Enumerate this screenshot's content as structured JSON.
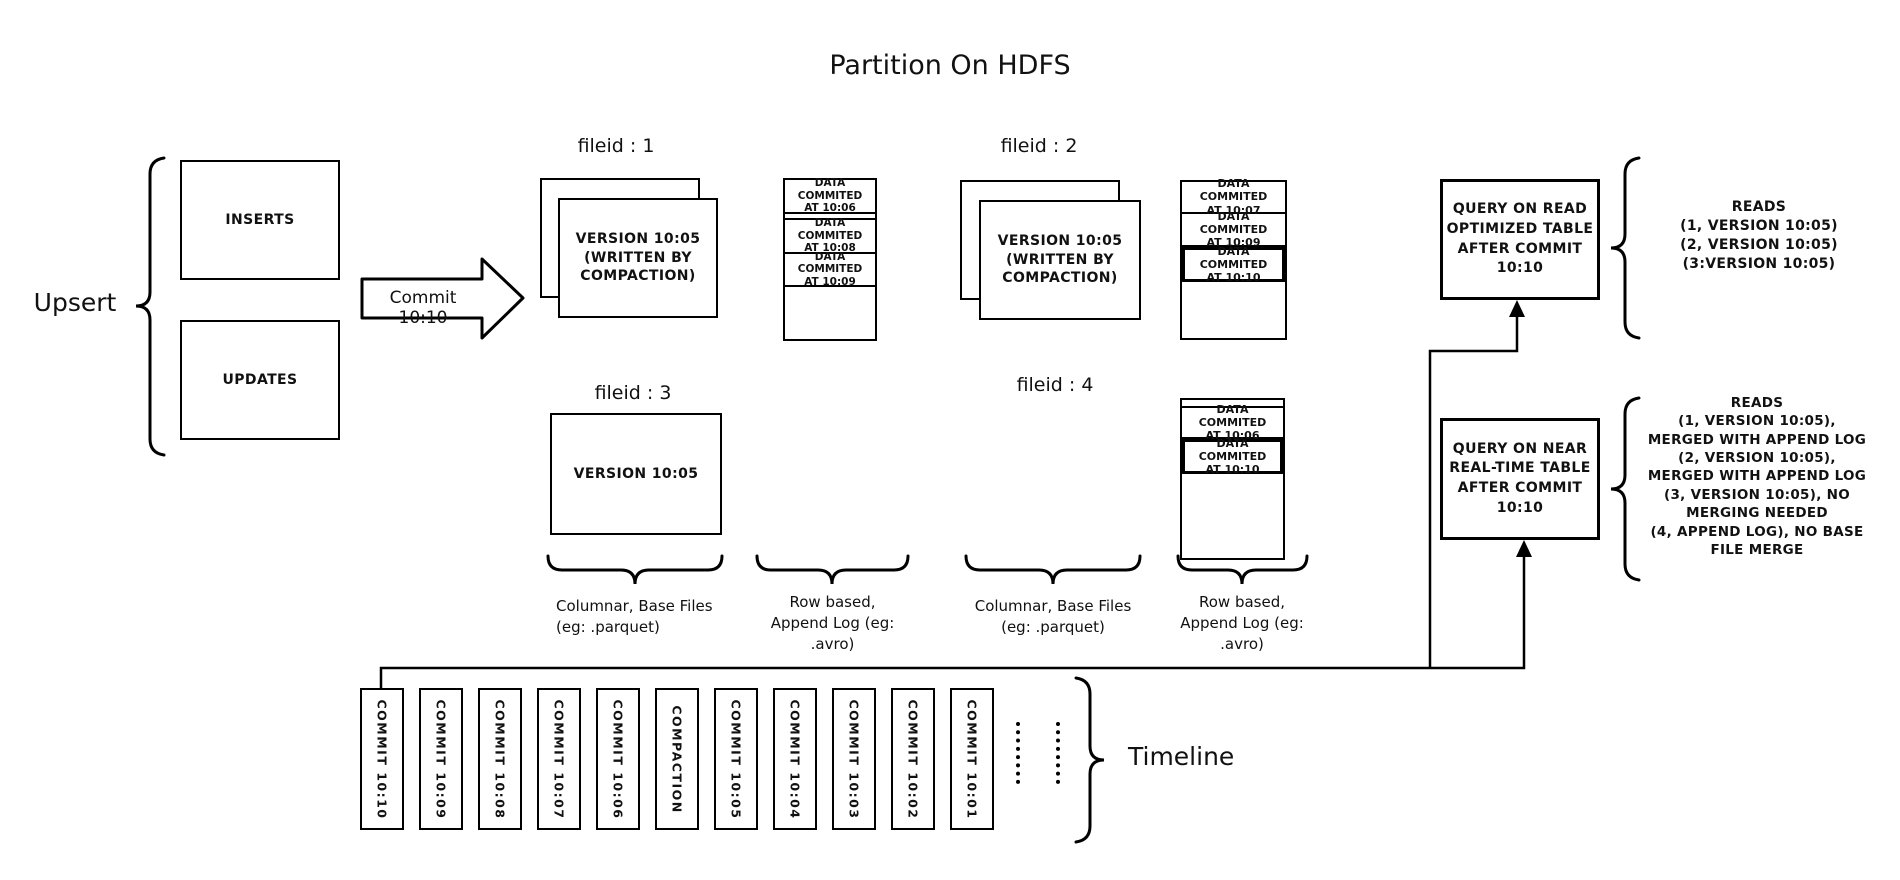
{
  "title": "Partition On HDFS",
  "upsert": {
    "label": "Upsert",
    "inserts": "INSERTS",
    "updates": "UPDATES"
  },
  "arrow": {
    "label": "Commit 10:10"
  },
  "files": {
    "file1": {
      "label": "fileid : 1",
      "version": "VERSION 10:05\n(WRITTEN BY\nCOMPACTION)"
    },
    "file2": {
      "label": "fileid : 2",
      "version": "VERSION 10:05\n(WRITTEN BY\nCOMPACTION)"
    },
    "file3": {
      "label": "fileid : 3",
      "version": "VERSION 10:05"
    },
    "file4": {
      "label": "fileid : 4"
    }
  },
  "logs": {
    "log1": {
      "cells": [
        "DATA COMMITED\nAT 10:06",
        "DATA COMMITED\nAT 10:08",
        "DATA COMMITED\nAT 10:09"
      ]
    },
    "log2": {
      "cells": [
        "DATA COMMITED\nAT 10:07",
        "DATA COMMITED\nAT 10:09",
        "DATA COMMITED\nAT 10:10"
      ]
    },
    "log4": {
      "cells": [
        "DATA COMMITED\nAT 10:06",
        "DATA COMMITED\nAT 10:10"
      ]
    }
  },
  "group_labels": {
    "columnar1": "Columnar, Base Files\n(eg: .parquet)",
    "row1": "Row based,\nAppend Log  (eg:\n.avro)",
    "columnar2": "Columnar, Base Files\n(eg: .parquet)",
    "row2": "Row based,\nAppend Log  (eg:\n.avro)"
  },
  "queries": {
    "read_optimized": {
      "box": "QUERY ON READ\nOPTIMIZED TABLE\nAFTER COMMIT\n10:10",
      "reads": [
        "READS",
        "(1, VERSION 10:05)",
        "(2, VERSION 10:05)",
        "(3:VERSION 10:05)"
      ]
    },
    "near_realtime": {
      "box": "QUERY ON NEAR\nREAL-TIME TABLE\nAFTER COMMIT\n10:10",
      "reads": [
        "READS",
        "(1, VERSION 10:05),",
        "MERGED WITH APPEND LOG",
        "(2, VERSION 10:05),",
        "MERGED WITH APPEND LOG",
        "(3, VERSION 10:05), NO",
        "MERGING NEEDED",
        "(4, APPEND LOG), NO BASE",
        "FILE MERGE"
      ]
    }
  },
  "timeline": {
    "label": "Timeline",
    "items": [
      "COMMIT  10:10",
      "COMMIT  10:09",
      "COMMIT  10:08",
      "COMMIT  10:07",
      "COMMIT  10:06",
      "COMPACTION",
      "COMMIT  10:05",
      "COMMIT  10:04",
      "COMMIT  10:03",
      "COMMIT  10:02",
      "COMMIT  10:01"
    ]
  }
}
